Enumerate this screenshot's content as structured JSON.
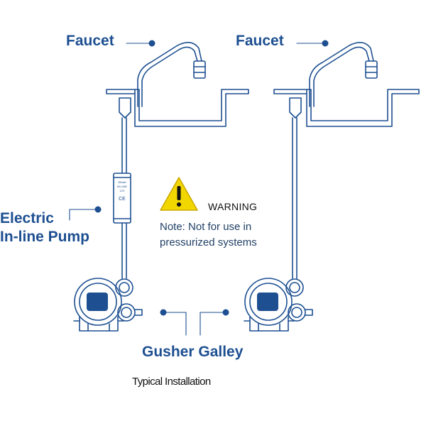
{
  "labels": {
    "faucet_left": "Faucet",
    "faucet_right": "Faucet",
    "pump_line1": "Electric",
    "pump_line2": "In-line Pump",
    "gusher": "Gusher Galley",
    "caption": "Typical Installation"
  },
  "warning": {
    "title": "WARNING",
    "note_line1": "Note: Not for use in",
    "note_line2": "pressurized systems",
    "icon": "warning-triangle-icon",
    "icon_color": "#f2d600"
  },
  "pump_unit_text": {
    "brand": "Whale",
    "model": "IN-LINE",
    "volt": "12V",
    "mark": "CE"
  },
  "colors": {
    "accent": "#1d4f91",
    "line": "#1d4f91",
    "pump_window": "#1d4f91"
  }
}
